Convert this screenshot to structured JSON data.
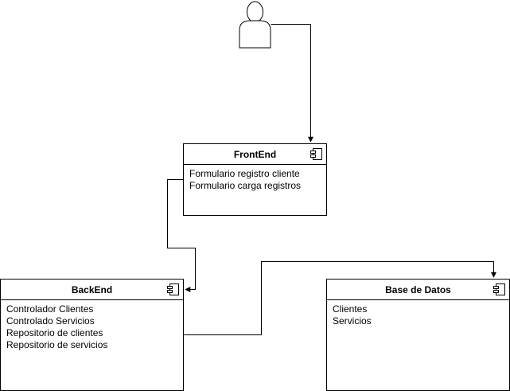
{
  "diagram": {
    "actor": {
      "icon": "user-actor-icon"
    },
    "components": {
      "frontend": {
        "title": "FrontEnd",
        "icon": "uml-component-icon",
        "items": [
          "Formulario registro cliente",
          "Formulario carga registros"
        ]
      },
      "backend": {
        "title": "BackEnd",
        "icon": "uml-component-icon",
        "items": [
          "Controlador Clientes",
          "Controlado Servicios",
          "Repositorio de clientes",
          "Repositorio de servicios"
        ]
      },
      "database": {
        "title": "Base de Datos",
        "icon": "uml-component-icon",
        "items": [
          "Clientes",
          "Servicios"
        ]
      }
    },
    "connections": [
      {
        "from": "actor",
        "to": "frontend"
      },
      {
        "from": "frontend",
        "to": "backend"
      },
      {
        "from": "backend",
        "to": "database"
      }
    ],
    "colors": {
      "stroke": "#000000",
      "fill": "#ffffff"
    }
  }
}
